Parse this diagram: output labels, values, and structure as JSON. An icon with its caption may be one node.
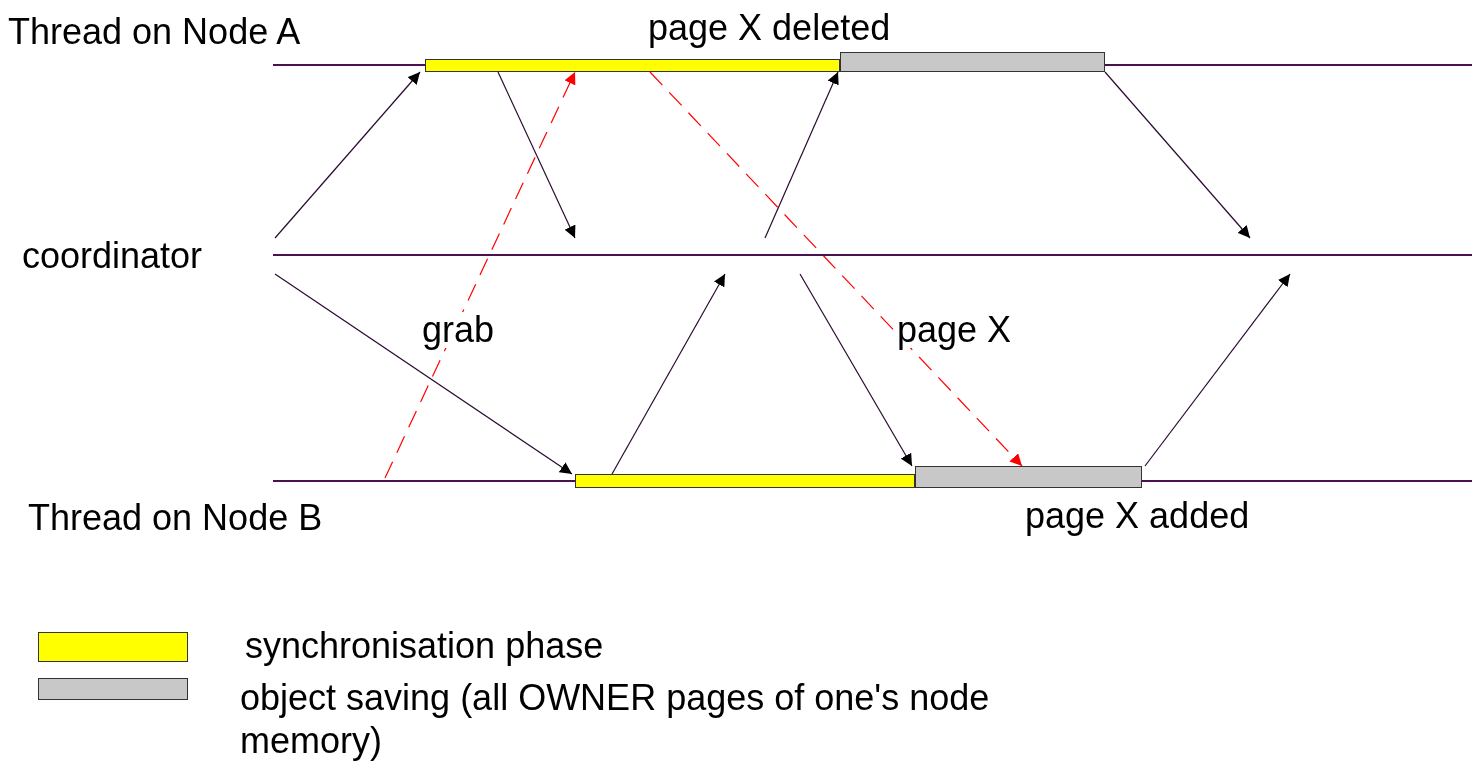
{
  "diagram": {
    "nodes": [
      {
        "text": [
          "Thread on Node A"
        ]
      },
      {
        "text": [
          "coordinator"
        ]
      },
      {
        "text": [
          "Thread on Node B"
        ]
      },
      {
        "text": [],
        "shape": "bar"
      },
      {
        "text": [],
        "shape": "bar"
      },
      {
        "text": [],
        "shape": "bar"
      },
      {
        "text": [],
        "shape": "bar",
        "beside": [
          "page X added"
        ]
      }
    ],
    "edges": [
      {
        "from": 1,
        "to": 3,
        "arrow": "to"
      },
      {
        "from": 1,
        "to": 5,
        "arrow": "to"
      },
      {
        "from": 3,
        "to": 1,
        "arrow": "to"
      },
      {
        "from": 2,
        "to": 3,
        "arrow": "to",
        "label": "grab",
        "style": "dashed",
        "color": "#ff0000"
      },
      {
        "from": 5,
        "to": 1,
        "arrow": "to"
      },
      {
        "from": 1,
        "to": 4,
        "arrow": "to"
      },
      {
        "from": 1,
        "to": 6,
        "arrow": "to"
      },
      {
        "from": 3,
        "to": 6,
        "arrow": "to",
        "label": "page X",
        "style": "dashed",
        "color": "#ff0000"
      },
      {
        "from": 4,
        "to": 1,
        "arrow": "to"
      },
      {
        "from": 6,
        "to": 1,
        "arrow": "to"
      }
    ],
    "labels": [
      "page X deleted"
    ],
    "legend": [
      {
        "text": "synchronisation phase",
        "color": "#ffff00"
      },
      {
        "text": "object saving (all OWNER pages of one's node memory)",
        "color": "#c8c8c8"
      }
    ]
  }
}
